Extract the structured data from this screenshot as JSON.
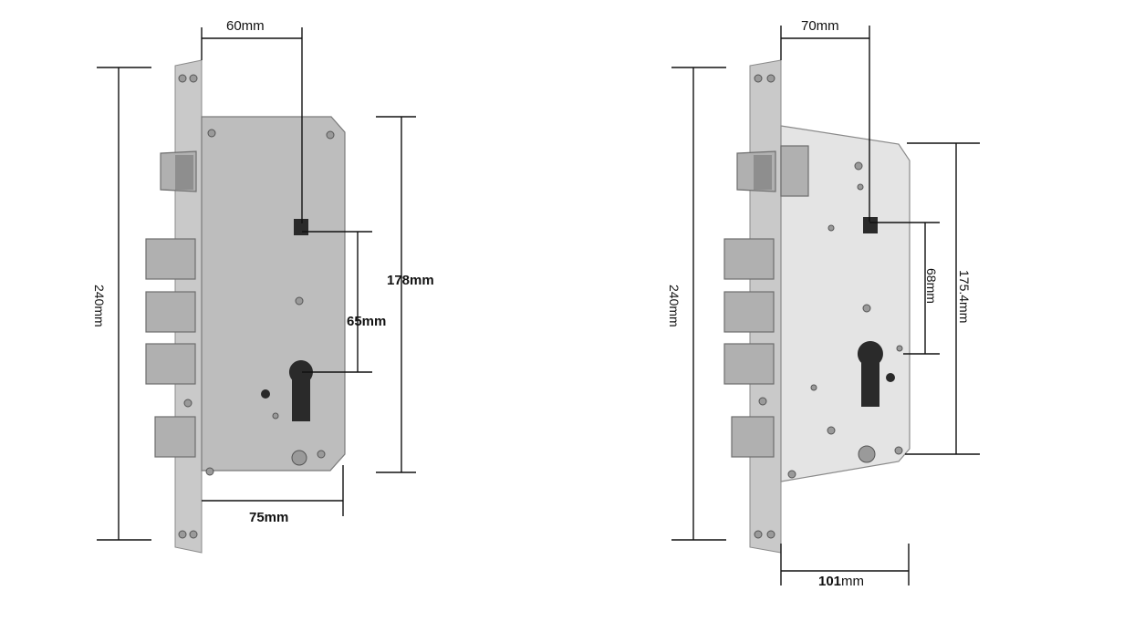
{
  "left_lock": {
    "dimensions": {
      "top_width": "60mm",
      "height_total": "240mm",
      "spindle_to_cylinder": "65mm",
      "case_height": "178mm",
      "case_width": "75mm"
    }
  },
  "right_lock": {
    "dimensions": {
      "top_width": "70mm",
      "height_total": "240mm",
      "spindle_to_cylinder": "68mm",
      "case_height": "175.4mm",
      "case_width_value": "101",
      "case_width_unit": "mm"
    }
  },
  "colors": {
    "steel": "#bdbdbd",
    "steel_light": "#e4e4e4",
    "dimension_line": "#111111",
    "background": "#ffffff"
  }
}
